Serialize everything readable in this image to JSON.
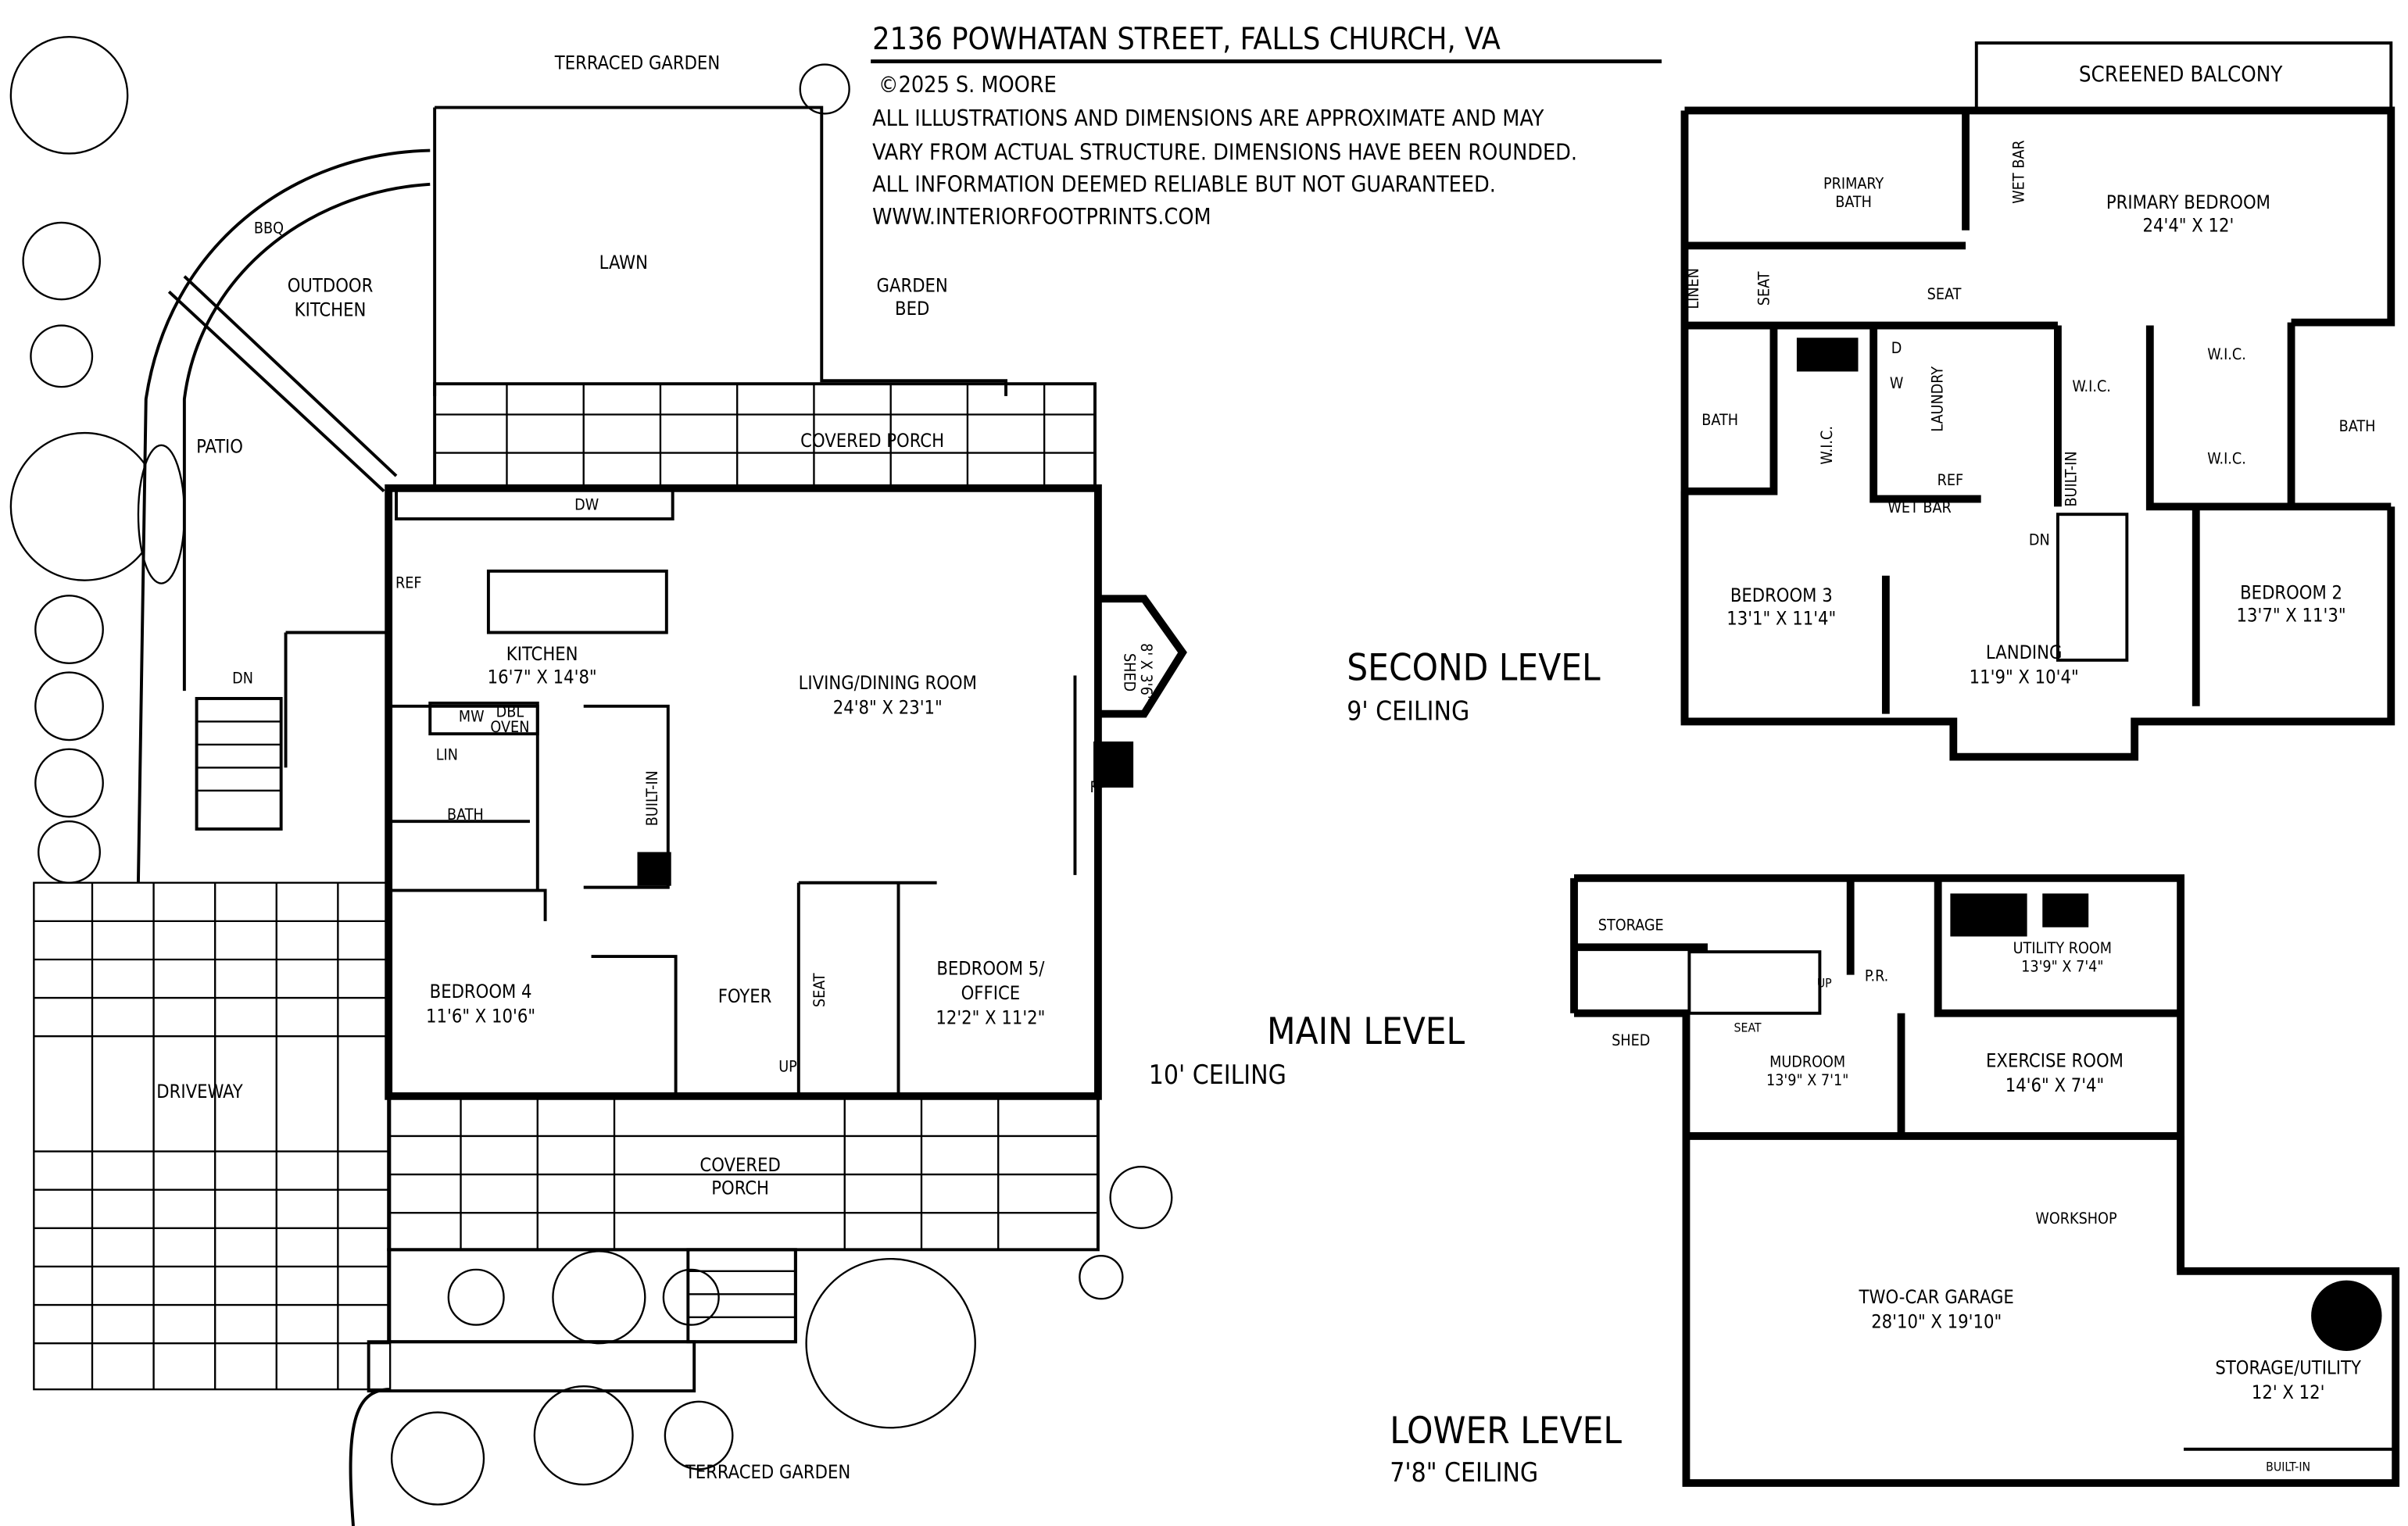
{
  "header": {
    "address": "2136 POWHATAN STREET, FALLS CHURCH, VA",
    "copyright": "©2025 S. MOORE",
    "disclaimer": [
      "ALL ILLUSTRATIONS AND DIMENSIONS ARE APPROXIMATE AND MAY",
      "VARY FROM ACTUAL STRUCTURE. DIMENSIONS HAVE BEEN ROUNDED.",
      "ALL INFORMATION DEEMED RELIABLE BUT NOT GUARANTEED."
    ],
    "website": "WWW.INTERIORFOOTPRINTS.COM"
  },
  "main_level": {
    "title": "MAIN LEVEL",
    "ceiling": "10' CEILING",
    "exterior": {
      "terraced_garden_top": "TERRACED GARDEN",
      "terraced_garden_bottom": "TERRACED GARDEN",
      "lawn": "LAWN",
      "garden_bed": [
        "GARDEN",
        "BED"
      ],
      "outdoor_kitchen": [
        "OUTDOOR",
        "KITCHEN"
      ],
      "bbq": "BBQ",
      "patio": "PATIO",
      "driveway": "DRIVEWAY",
      "covered_porch_rear": "COVERED PORCH",
      "covered_porch_front": [
        "COVERED",
        "PORCH"
      ],
      "shed": [
        "SHED",
        "8' X 3'6\""
      ]
    },
    "rooms": {
      "kitchen": {
        "name": "KITCHEN",
        "dims": "16'7\" X 14'8\""
      },
      "living_dining": {
        "name": "LIVING/DINING ROOM",
        "dims": "24'8\" X 23'1\""
      },
      "bedroom4": {
        "name": "BEDROOM 4",
        "dims": "11'6\" X 10'6\""
      },
      "bedroom5": {
        "name": [
          "BEDROOM 5/",
          "OFFICE"
        ],
        "dims": "12'2\" X 11'2\""
      },
      "bath": "BATH",
      "foyer": "FOYER"
    },
    "fixtures": {
      "ref": "REF",
      "dw": "DW",
      "mw": "MW",
      "dbl_oven": [
        "DBL",
        "OVEN"
      ],
      "lin": "LIN",
      "built_in": "BUILT-IN",
      "fp": "FP",
      "seat": "SEAT",
      "up": "UP",
      "dn": "DN"
    }
  },
  "second_level": {
    "title": "SECOND LEVEL",
    "ceiling": "9' CEILING",
    "rooms": {
      "screened_balcony": "SCREENED BALCONY",
      "primary_bath": [
        "PRIMARY",
        "BATH"
      ],
      "primary_bedroom": {
        "name": "PRIMARY BEDROOM",
        "dims": "24'4\" X 12'"
      },
      "bedroom3": {
        "name": "BEDROOM 3",
        "dims": "13'1\" X 11'4\""
      },
      "bedroom2": {
        "name": "BEDROOM 2",
        "dims": "13'7\" X 11'3\""
      },
      "landing": {
        "name": "LANDING",
        "dims": "11'9\" X 10'4\""
      },
      "laundry": "LAUNDRY",
      "wet_bar": "WET BAR",
      "wet_bar_2": "WET BAR",
      "bath_left": "BATH",
      "bath_right": "BATH",
      "wic": [
        "W.I.C.",
        "W.I.C.",
        "W.I.C.",
        "W.I.C."
      ]
    },
    "fixtures": {
      "linen": "LINEN",
      "seat": "SEAT",
      "seat2": "SEAT",
      "d": "D",
      "w": "W",
      "ref": "REF",
      "built_in": "BUILT-IN",
      "dn": "DN"
    }
  },
  "lower_level": {
    "title": "LOWER LEVEL",
    "ceiling": "7'8\" CEILING",
    "rooms": {
      "storage": "STORAGE",
      "shed": "SHED",
      "pr": "P.R.",
      "utility": {
        "name": "UTILITY ROOM",
        "dims": "13'9\" X 7'4\""
      },
      "mudroom": {
        "name": "MUDROOM",
        "dims": "13'9\" X 7'1\""
      },
      "exercise": {
        "name": "EXERCISE ROOM",
        "dims": "14'6\" X 7'4\""
      },
      "workshop": "WORKSHOP",
      "garage": {
        "name": "TWO-CAR GARAGE",
        "dims": "28'10\" X 19'10\""
      },
      "storage_utility": {
        "name": "STORAGE/UTILITY",
        "dims": "12' X 12'"
      },
      "built_in": "BUILT-IN"
    },
    "fixtures": {
      "seat": "SEAT",
      "up": "UP"
    }
  }
}
